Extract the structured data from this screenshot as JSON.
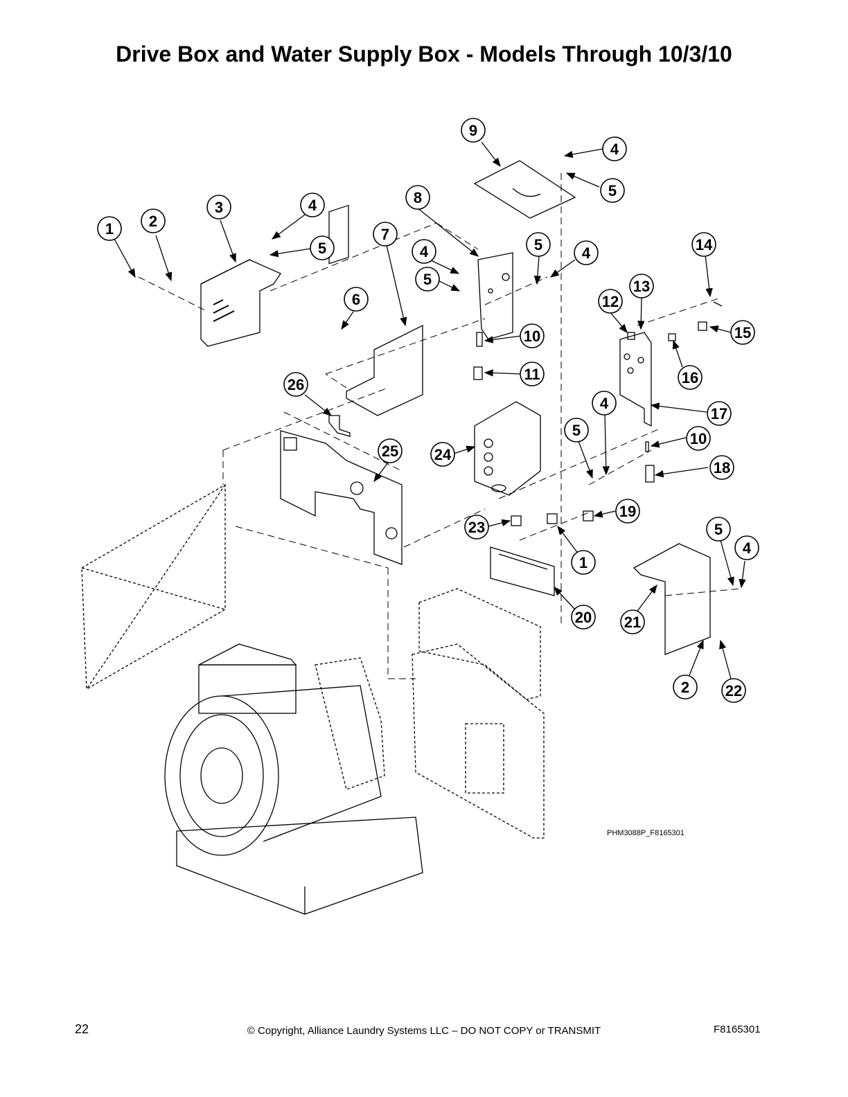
{
  "header": {
    "title": "Drive Box and Water Supply Box - Models Through 10/3/10"
  },
  "diagram": {
    "drawing_code": "PHM3088P_F8165301",
    "callouts": [
      "9",
      "4",
      "5",
      "8",
      "3",
      "4",
      "2",
      "1",
      "5",
      "7",
      "4",
      "5",
      "5",
      "4",
      "14",
      "6",
      "13",
      "12",
      "15",
      "10",
      "11",
      "16",
      "26",
      "4",
      "17",
      "10",
      "25",
      "24",
      "5",
      "18",
      "19",
      "23",
      "5",
      "4",
      "1",
      "20",
      "21",
      "2",
      "22"
    ]
  },
  "footer": {
    "page_number": "22",
    "copyright": "© Copyright, Alliance Laundry Systems LLC – DO NOT COPY or TRANSMIT",
    "doc_code": "F8165301"
  }
}
